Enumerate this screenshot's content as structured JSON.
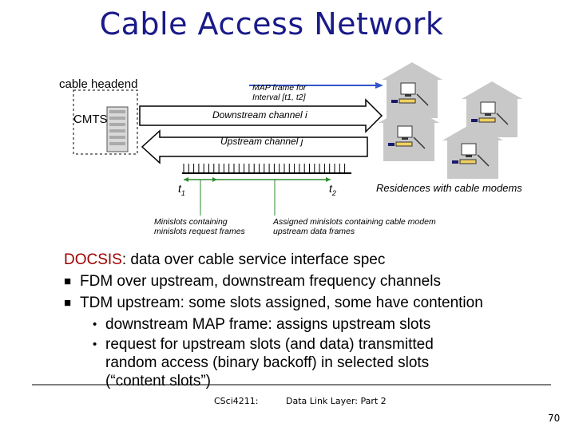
{
  "title": "Cable Access Network",
  "diagram": {
    "headend_label": "cable headend",
    "cmts_label": "CMTS",
    "map_frame_label_1": "MAP frame for",
    "map_frame_label_2": "Interval [t1, t2]",
    "downstream_label": "Downstream channel i",
    "upstream_label": "Upstream channel j",
    "t1_label": "t",
    "t1_sub": "1",
    "t2_label": "t",
    "t2_sub": "2",
    "residences_label": "Residences with cable modems",
    "minislots_request_1": "Minislots containing",
    "minislots_request_2": "minislots request frames",
    "assigned_minislots_1": "Assigned minislots containing cable modem",
    "assigned_minislots_2": "upstream data frames"
  },
  "body": {
    "docsis_term": "DOCSIS",
    "docsis_rest": ": data over cable service interface spec",
    "bullet1": "FDM over upstream, downstream frequency channels",
    "bullet2": "TDM upstream: some slots assigned, some have contention",
    "sub1": "downstream MAP frame: assigns upstream slots",
    "sub2_line1": "request for upstream slots (and data) transmitted",
    "sub2_line2": "random access (binary backoff) in selected slots",
    "sub2_line3": "(“content slots”)"
  },
  "footer": {
    "course": "CSci4211:",
    "topic": "Data Link Layer: Part 2",
    "page": "70"
  },
  "colors": {
    "title": "#1a1a8a",
    "docsis": "#a00000",
    "house": "#c8c8c8",
    "green": "#2e8b2e"
  }
}
